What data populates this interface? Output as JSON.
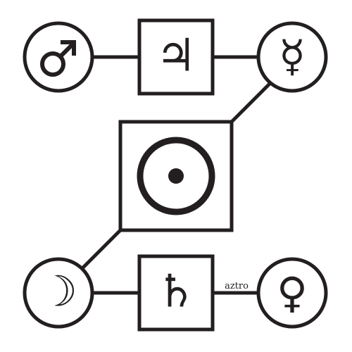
{
  "colors": {
    "stroke": "#231f20",
    "fill": "#ffffff"
  },
  "nodes": {
    "mars": {
      "shape": "circle",
      "icon": "mars-icon",
      "symbol": "♂"
    },
    "jupiter": {
      "shape": "square",
      "icon": "jupiter-icon",
      "symbol": "♃"
    },
    "mercury": {
      "shape": "circle",
      "icon": "mercury-icon",
      "symbol": "☿"
    },
    "sun": {
      "shape": "square",
      "icon": "sun-icon",
      "symbol": "☉"
    },
    "moon": {
      "shape": "circle",
      "icon": "moon-icon",
      "symbol": "☽"
    },
    "saturn": {
      "shape": "square",
      "icon": "saturn-icon",
      "symbol": "♄"
    },
    "venus": {
      "shape": "circle",
      "icon": "venus-icon",
      "symbol": "♀"
    }
  },
  "edges": {
    "saturn_venus_label": "aztro"
  }
}
